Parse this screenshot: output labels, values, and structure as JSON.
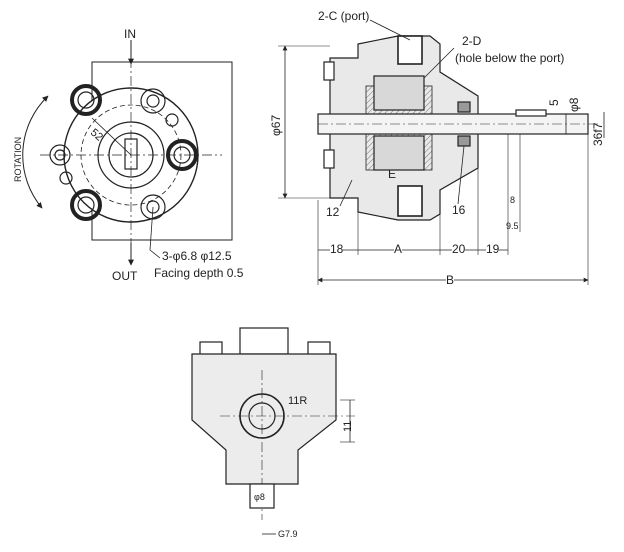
{
  "front_view": {
    "in_label": "IN",
    "out_label": "OUT",
    "rotation_label": "ROTATION",
    "bolt_circle": "52",
    "holes_note": "3-φ6.8 φ12.5",
    "facing_note": "Facing depth 0.5"
  },
  "side_view": {
    "port_label": "2-C (port)",
    "hole_label": "2-D",
    "hole_note": "(hole below the port)",
    "dia_body": "φ67",
    "dia_shaft": "φ8",
    "shaft_key": "5",
    "shaft_dim": "36",
    "shaft_dim_tol": "f7",
    "label_e": "E",
    "ref_12": "12",
    "ref_16": "16",
    "dim_18": "18",
    "dim_a": "A",
    "dim_20": "20",
    "dim_19": "19",
    "dim_b": "B",
    "small_8": "8",
    "small_95": "9.5"
  },
  "bottom_view": {
    "radius_label": "11R",
    "dim_11": "11",
    "shaft_dia": "φ8",
    "shaft_tol": "G7.9"
  }
}
